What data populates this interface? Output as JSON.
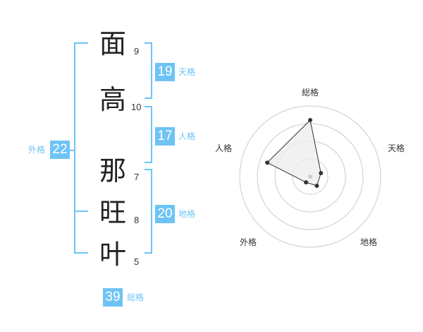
{
  "name_chars": [
    {
      "char": "面",
      "strokes": "9"
    },
    {
      "char": "高",
      "strokes": "10"
    },
    {
      "char": "那",
      "strokes": "7"
    },
    {
      "char": "旺",
      "strokes": "8"
    },
    {
      "char": "叶",
      "strokes": "5"
    }
  ],
  "kakusu": {
    "tenkaku": {
      "value": "19",
      "label": "天格"
    },
    "jinkaku": {
      "value": "17",
      "label": "人格"
    },
    "chikaku": {
      "value": "20",
      "label": "地格"
    },
    "gaikaku": {
      "value": "22",
      "label": "外格"
    },
    "soukaku": {
      "value": "39",
      "label": "総格"
    }
  },
  "radar": {
    "axes": [
      "総格",
      "天格",
      "地格",
      "外格",
      "人格"
    ],
    "levels": 4,
    "values": [
      4,
      0.8,
      0.8,
      0.5,
      3.2
    ],
    "max": 5,
    "colors": {
      "fill": "#eeeeee",
      "stroke": "#333333",
      "grid": "#cccccc",
      "point": "#333333",
      "center": "#cccccc"
    }
  },
  "colors": {
    "accent": "#6ec3f5"
  }
}
